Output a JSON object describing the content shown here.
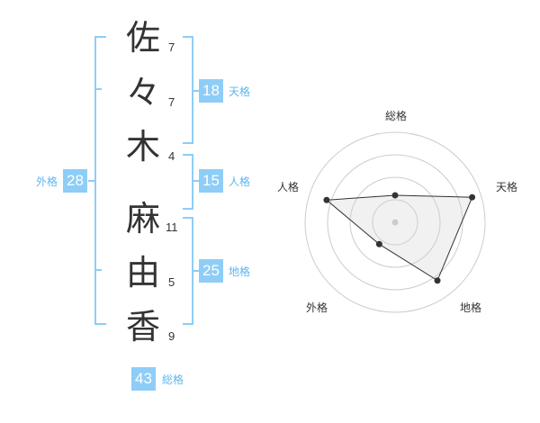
{
  "name": {
    "chars": [
      {
        "char": "佐",
        "strokes": "7"
      },
      {
        "char": "々",
        "strokes": "7"
      },
      {
        "char": "木",
        "strokes": "4"
      },
      {
        "char": "麻",
        "strokes": "11"
      },
      {
        "char": "由",
        "strokes": "5"
      },
      {
        "char": "香",
        "strokes": "9"
      }
    ]
  },
  "fortunes": {
    "tenkaku": {
      "label": "天格",
      "value": "18"
    },
    "jinkaku": {
      "label": "人格",
      "value": "15"
    },
    "chikaku": {
      "label": "地格",
      "value": "25"
    },
    "gaikaku": {
      "label": "外格",
      "value": "28"
    },
    "soukaku": {
      "label": "総格",
      "value": "43"
    }
  },
  "colors": {
    "accent": "#8ecdf7",
    "accent_text": "#5fb6ec",
    "text": "#333333",
    "ring": "#cccccc"
  },
  "chart_data": {
    "type": "radar",
    "axes": [
      "総格",
      "天格",
      "地格",
      "外格",
      "人格"
    ],
    "values": [
      0.3,
      0.9,
      0.8,
      0.3,
      0.8
    ],
    "range": [
      0,
      1
    ],
    "rings": 4
  }
}
